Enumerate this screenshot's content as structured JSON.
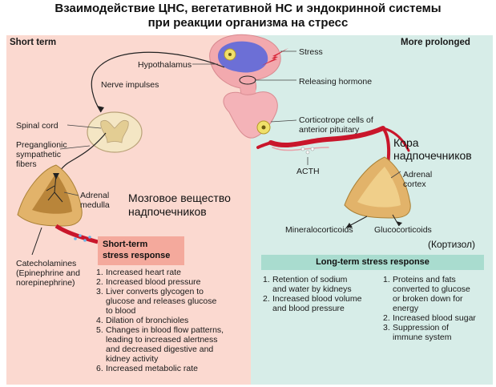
{
  "title": {
    "line1": "Взаимодействие ЦНС, вегетативной НС и эндокринной системы",
    "line2": "при реакции организма на стресс"
  },
  "panels": {
    "left_heading": "Short term",
    "right_heading": "More prolonged"
  },
  "labels": {
    "hypothalamus": "Hypothalamus",
    "stress": "Stress",
    "nerve_impulses": "Nerve impulses",
    "releasing_hormone": "Releasing hormone",
    "spinal_cord": "Spinal cord",
    "corticotrope_1": "Corticotrope cells of",
    "corticotrope_2": "anterior pituitary",
    "preganglionic_1": "Preganglionic",
    "preganglionic_2": "sympathetic",
    "preganglionic_3": "fibers",
    "acth": "ACTH",
    "adrenal_medulla_1": "Adrenal",
    "adrenal_medulla_2": "medulla",
    "adrenal_cortex_1": "Adrenal",
    "adrenal_cortex_2": "cortex",
    "mineralocorticoids": "Mineralocorticoids",
    "glucocorticoids": "Glucocorticoids",
    "catecholamines_1": "Catecholamines",
    "catecholamines_2": "(Epinephrine and",
    "catecholamines_3": "norepinephrine)"
  },
  "russian_labels": {
    "medulla_1": "Мозговое вещество",
    "medulla_2": "надпочечников",
    "cortex_1": "Кора",
    "cortex_2": "надпочечников",
    "cortisol": "(Кортизол)"
  },
  "short_term": {
    "title_1": "Short-term",
    "title_2": "stress response",
    "items": [
      {
        "n": "1.",
        "lines": [
          "Increased heart rate"
        ]
      },
      {
        "n": "2.",
        "lines": [
          "Increased blood pressure"
        ]
      },
      {
        "n": "3.",
        "lines": [
          "Liver converts glycogen to",
          "glucose and releases glucose",
          "to blood"
        ]
      },
      {
        "n": "4.",
        "lines": [
          "Dilation of bronchioles"
        ]
      },
      {
        "n": "5.",
        "lines": [
          "Changes in blood flow patterns,",
          "leading to increased alertness",
          "and decreased digestive and",
          "kidney activity"
        ]
      },
      {
        "n": "6.",
        "lines": [
          "Increased metabolic rate"
        ]
      }
    ]
  },
  "long_term": {
    "title": "Long-term stress response",
    "left_items": [
      {
        "n": "1.",
        "lines": [
          "Retention of sodium",
          "and water by kidneys"
        ]
      },
      {
        "n": "2.",
        "lines": [
          "Increased blood volume",
          "and blood pressure"
        ]
      }
    ],
    "right_items": [
      {
        "n": "1.",
        "lines": [
          "Proteins and fats",
          "converted to glucose",
          "or broken down for",
          "energy"
        ]
      },
      {
        "n": "2.",
        "lines": [
          "Increased blood sugar"
        ]
      },
      {
        "n": "3.",
        "lines": [
          "Suppression of",
          "immune system"
        ]
      }
    ]
  },
  "colors": {
    "left_panel": "#fbd9d0",
    "right_panel": "#d7ede8",
    "short_box": "#f4a99c",
    "long_box": "#a9dccf",
    "blood_vessel": "#c9162b",
    "hypothalamus": "#6c6fd6",
    "gland": "#e2b36a",
    "brain": "#f2a9ae"
  }
}
